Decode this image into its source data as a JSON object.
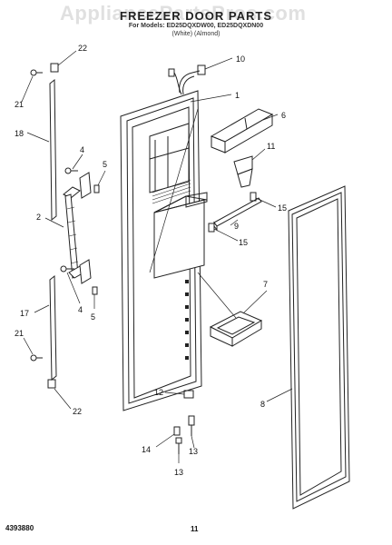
{
  "watermark": "AppliancePartsPros.com",
  "title": "FREEZER DOOR PARTS",
  "subtitle_line1": "For Models: ED25DQXDW00, ED25DQXDN00",
  "subtitle_line2": "(White)     (Almond)",
  "doc_number": "4393880",
  "page_number": "11",
  "callouts": {
    "c1": "1",
    "c2": "2",
    "c4a": "4",
    "c4b": "4",
    "c5a": "5",
    "c5b": "5",
    "c6": "6",
    "c7": "7",
    "c8": "8",
    "c9": "9",
    "c10": "10",
    "c11": "11",
    "c12": "12",
    "c13a": "13",
    "c13b": "13",
    "c14": "14",
    "c15a": "15",
    "c15b": "15",
    "c17": "17",
    "c18": "18",
    "c21a": "21",
    "c21b": "21",
    "c22a": "22",
    "c22b": "22"
  }
}
